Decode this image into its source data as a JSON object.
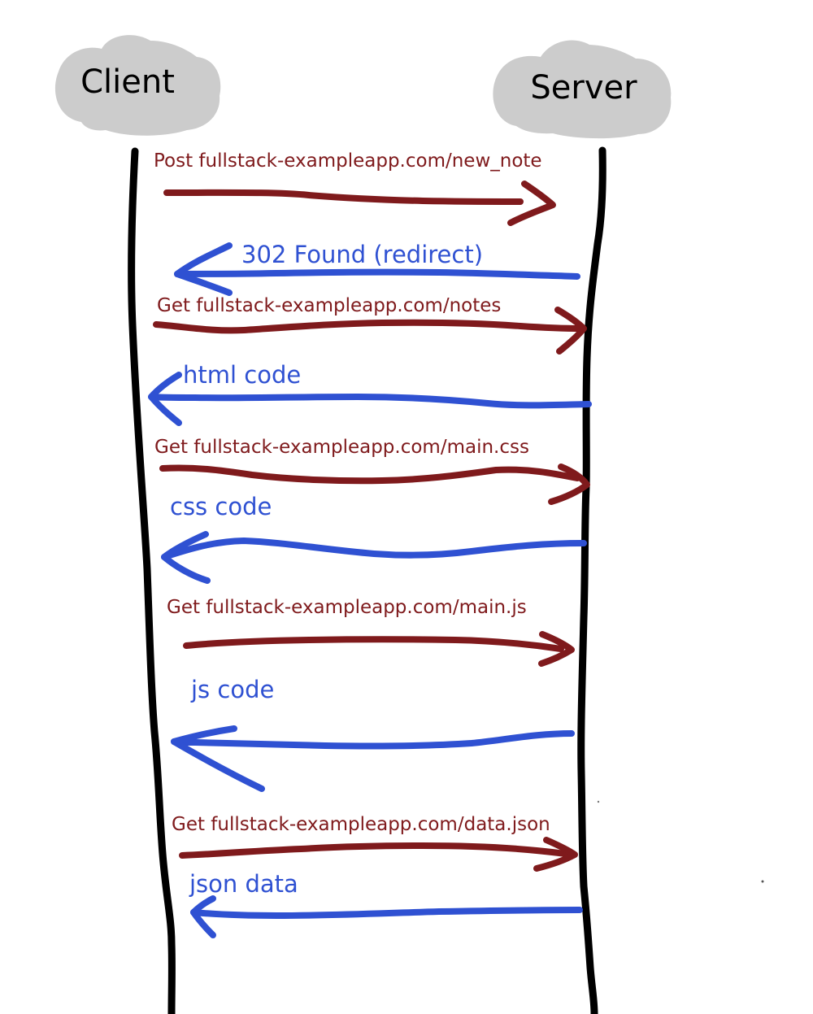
{
  "actors": {
    "client": "Client",
    "server": "Server"
  },
  "messages": [
    {
      "text": "Post fullstack-exampleapp.com/new_note",
      "direction": "client-to-server"
    },
    {
      "text": "302 Found (redirect)",
      "direction": "server-to-client"
    },
    {
      "text": "Get fullstack-exampleapp.com/notes",
      "direction": "client-to-server"
    },
    {
      "text": "html code",
      "direction": "server-to-client"
    },
    {
      "text": "Get fullstack-exampleapp.com/main.css",
      "direction": "client-to-server"
    },
    {
      "text": "css code",
      "direction": "server-to-client"
    },
    {
      "text": "Get fullstack-exampleapp.com/main.js",
      "direction": "client-to-server"
    },
    {
      "text": "js code",
      "direction": "server-to-client"
    },
    {
      "text": "Get fullstack-exampleapp.com/data.json",
      "direction": "client-to-server"
    },
    {
      "text": "json data",
      "direction": "server-to-client"
    }
  ],
  "colors": {
    "request": "#7f1a1c",
    "response": "#2f51d2",
    "lifeline": "#000000",
    "cloud": "#cccccc"
  }
}
